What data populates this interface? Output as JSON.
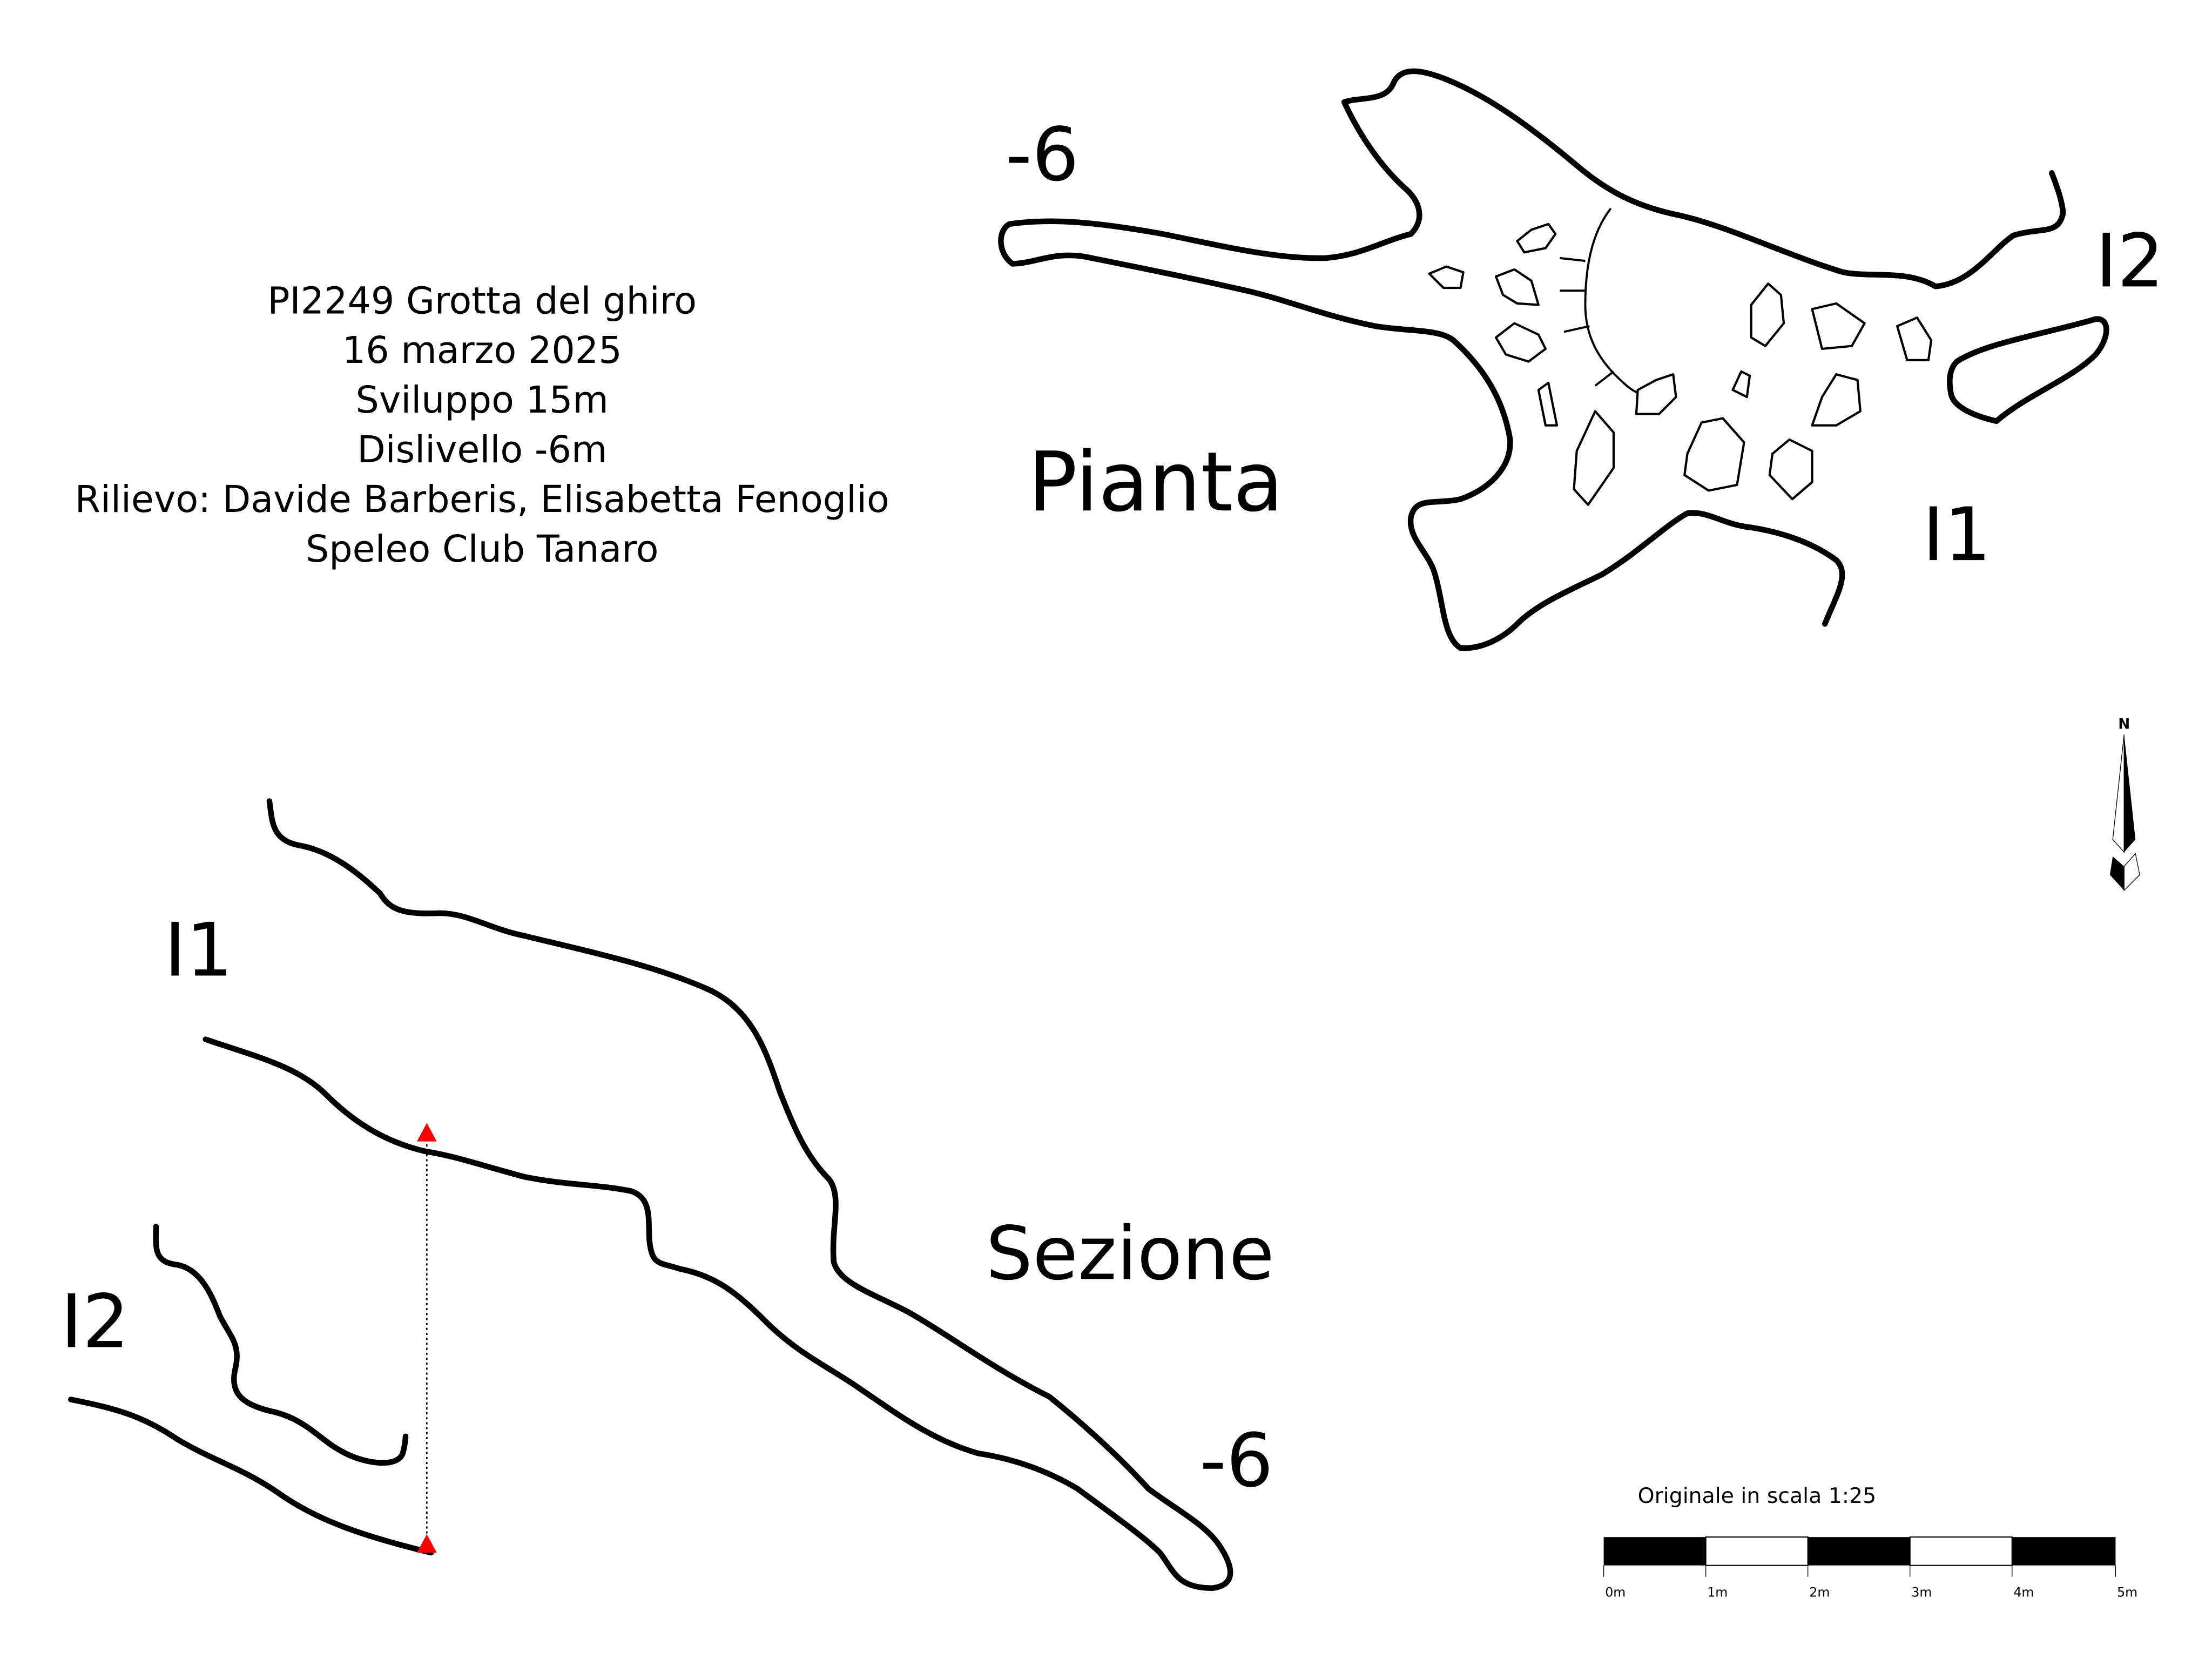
{
  "title_block": {
    "lines": [
      "PI2249 Grotta del ghiro",
      "16 marzo 2025",
      "Sviluppo 15m",
      "Dislivello -6m",
      "Rilievo: Davide Barberis, Elisabetta Fenoglio",
      "Speleo Club Tanaro"
    ]
  },
  "plan": {
    "label": "Pianta",
    "depth_label": "-6",
    "entrance_1": "I1",
    "entrance_2": "I2"
  },
  "section": {
    "label": "Sezione",
    "depth_label": "-6",
    "entrance_1": "I1",
    "entrance_2": "I2"
  },
  "north_arrow": {
    "label": "N"
  },
  "scale_bar": {
    "caption": "Originale in scala 1:25",
    "ticks": [
      "0m",
      "1m",
      "2m",
      "3m",
      "4m",
      "5m"
    ]
  },
  "colors": {
    "line": "#000000",
    "marker": "#ff0000"
  }
}
